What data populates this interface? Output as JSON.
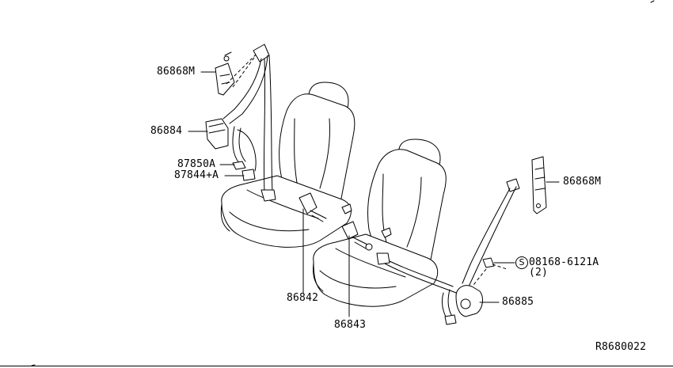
{
  "diagram": {
    "parts": [
      {
        "id": "p-86868m-left",
        "number": "86868M"
      },
      {
        "id": "p-86884",
        "number": "86884"
      },
      {
        "id": "p-87850a",
        "number": "87850A"
      },
      {
        "id": "p-87844a",
        "number": "87844+A"
      },
      {
        "id": "p-86842",
        "number": "86842"
      },
      {
        "id": "p-86843",
        "number": "86843"
      },
      {
        "id": "p-86868m-right",
        "number": "86868M"
      },
      {
        "id": "p-08168",
        "number": "08168-6121A",
        "symbol": "S",
        "qty": "(2)"
      },
      {
        "id": "p-86885",
        "number": "86885"
      }
    ],
    "reference_code": "R8680022"
  }
}
